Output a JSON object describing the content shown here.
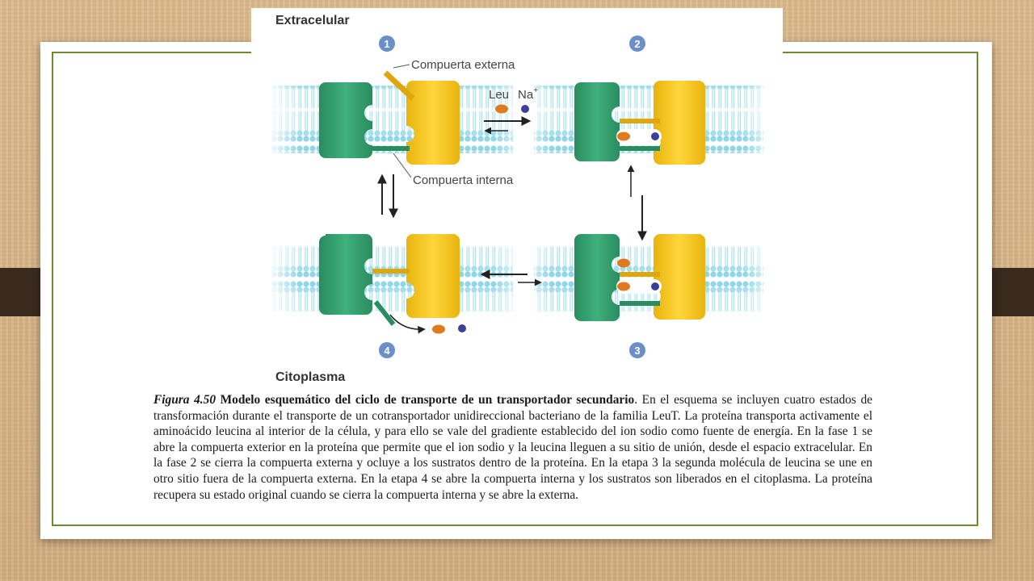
{
  "figure": {
    "region_top": "Extracelular",
    "region_bottom": "Citoplasma",
    "steps": [
      "1",
      "2",
      "3",
      "4"
    ],
    "labels": {
      "outer_gate": "Compuerta externa",
      "inner_gate": "Compuerta interna",
      "leu": "Leu",
      "na": "Na"
    },
    "colors": {
      "green_domain": "#2e9c6b",
      "yellow_domain": "#f2c318",
      "membrane": "#8fd6e6",
      "leucine": "#e07a1e",
      "sodium": "#3a3f9a",
      "step_badge": "#6b8fc8"
    }
  },
  "caption": {
    "fig_label": "Figura 4.50",
    "fig_title": "Modelo esquemático del ciclo de transporte de un transportador secundario",
    "text": ". En el esquema se incluyen cuatro estados de transformación durante el transporte de un cotransportador unidireccional bacteriano de la familia LeuT. La proteína transporta activamente el aminoácido leucina al interior de la célula, y para ello se vale del gradiente establecido del ion sodio como fuente de energía. En la fase 1 se abre la compuerta exterior en la proteína que permite que el ion sodio y la leucina lleguen a su sitio de unión, desde el espacio extracelular. En la fase 2 se cierra la compuerta externa y ocluye a los sustratos dentro de la proteína. En la etapa 3 la segunda molécula de leucina se une en otro sitio fuera de la compuerta externa. En la etapa 4 se abre la compuerta interna y los sustratos son liberados en el citoplasma. La proteína recupera su estado original cuando se cierra la compuerta interna y se abre la externa."
  }
}
